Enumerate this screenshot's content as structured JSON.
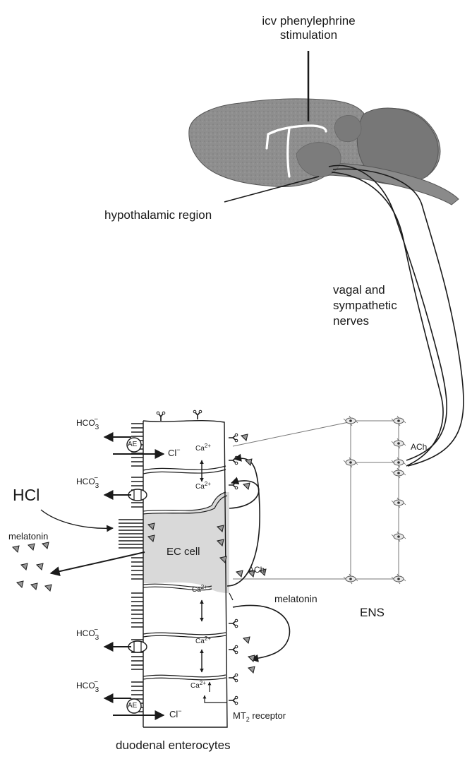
{
  "labels": {
    "stimulation_line1": "icv phenylephrine",
    "stimulation_line2": "stimulation",
    "hypothalamic": "hypothalamic region",
    "nerves_line1": "vagal and",
    "nerves_line2": "sympathetic",
    "nerves_line3": "nerves",
    "ens": "ENS",
    "ach_top": "ACh",
    "ach_mid": "ACh",
    "melatonin_left": "melatonin",
    "melatonin_right": "melatonin",
    "hcl": "HCl",
    "ec_cell": "EC cell",
    "ae_top": "AE",
    "ae_bottom": "AE",
    "hco3_base": "HCO",
    "hco3_sub": "3",
    "hco3_sup": "−",
    "cl_base": "Cl",
    "cl_sup": "−",
    "ca_base": "Ca",
    "ca_sup": "2+",
    "mt2_base": "MT",
    "mt2_sub": "2",
    "mt2_rest": " receptor",
    "footer": "duodenal enterocytes"
  },
  "colors": {
    "brain_fill": "#8e8e8e",
    "brain_dark": "#6f6f6f",
    "ec_fill": "#d9d9d9",
    "melatonin_fill": "#9a9a9a",
    "line": "#1a1a1a"
  }
}
